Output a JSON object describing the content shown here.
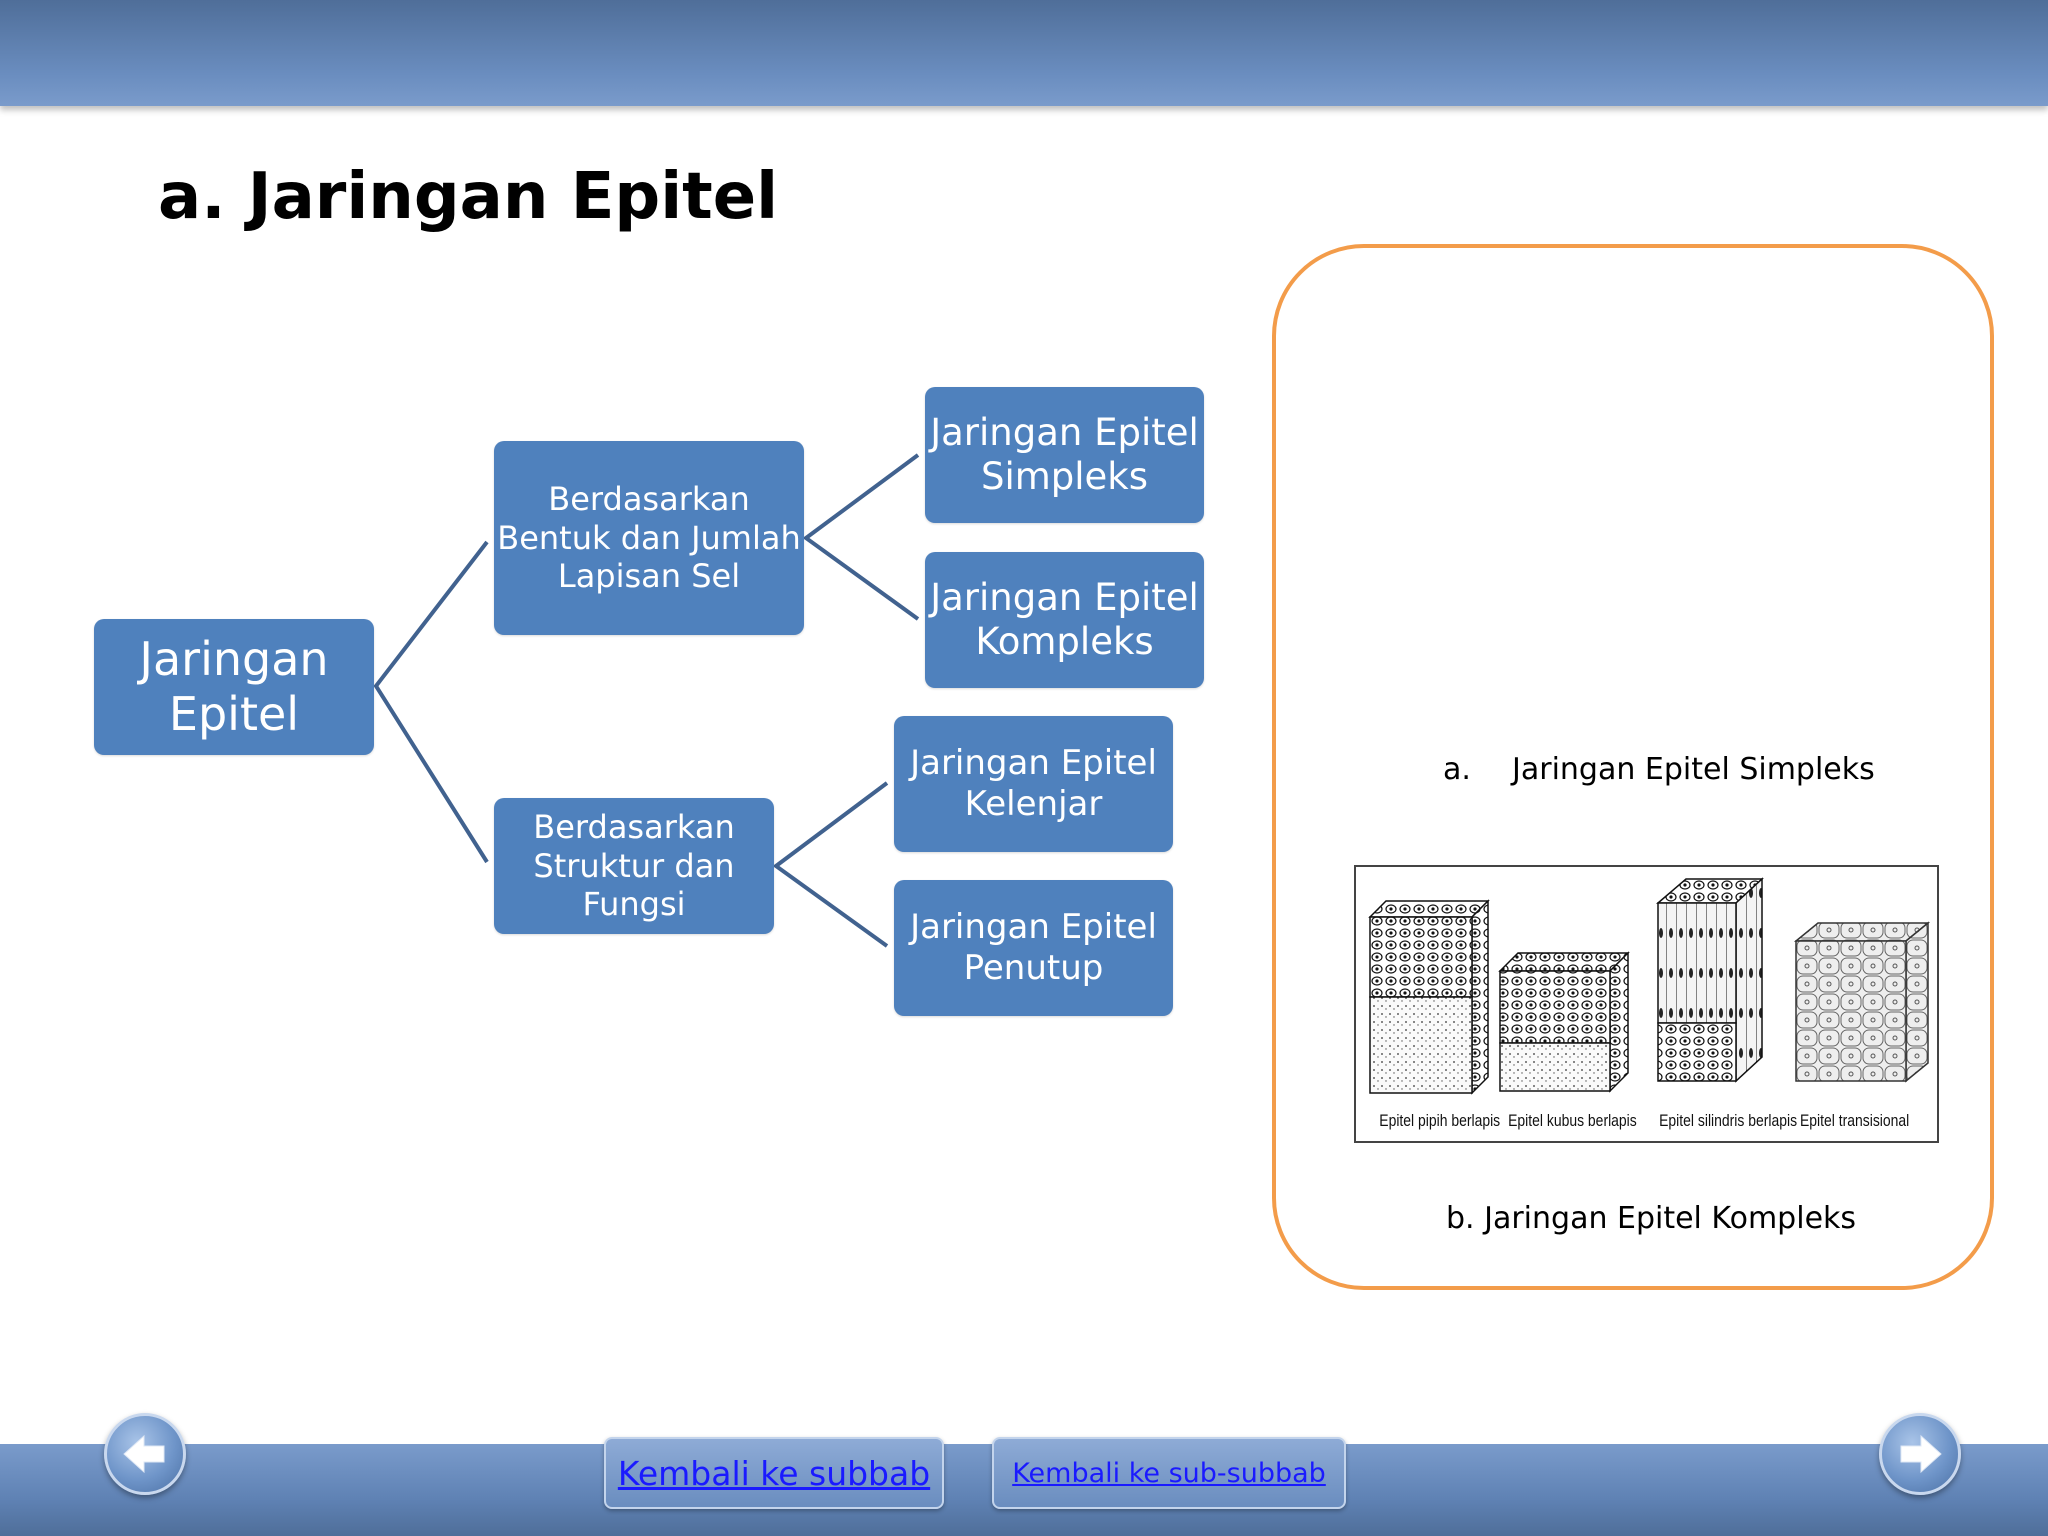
{
  "slide": {
    "title": "a. Jaringan Epitel"
  },
  "diagram": {
    "root": "Jaringan\nEpitel",
    "branch_1": "Berdasarkan\nBentuk dan Jumlah\nLapisan Sel",
    "branch_2": "Berdasarkan\nStruktur dan\nFungsi",
    "leaf_1": "Jaringan Epitel\nSimpleks",
    "leaf_2": "Jaringan Epitel\nKompleks",
    "leaf_3": "Jaringan Epitel\nKelenjar",
    "leaf_4": "Jaringan Epitel\nPenutup"
  },
  "panel": {
    "caption_a_marker": "a.",
    "caption_a_text": "Jaringan Epitel Simpleks",
    "caption_b": "b. Jaringan Epitel Kompleks",
    "figure_labels": [
      "Epitel pipih berlapis",
      "Epitel kubus berlapis",
      "Epitel silindris berlapis",
      "Epitel transisional"
    ]
  },
  "nav": {
    "back_subbab": "Kembali ke subbab",
    "back_subsubbab": "Kembali ke sub-subbab",
    "prev_icon": "arrow-left-icon",
    "next_icon": "arrow-right-icon"
  },
  "colors": {
    "box": "#4f81bd",
    "connector": "#41628f",
    "panel_border": "#f39c4a",
    "link": "#1a1aff"
  }
}
